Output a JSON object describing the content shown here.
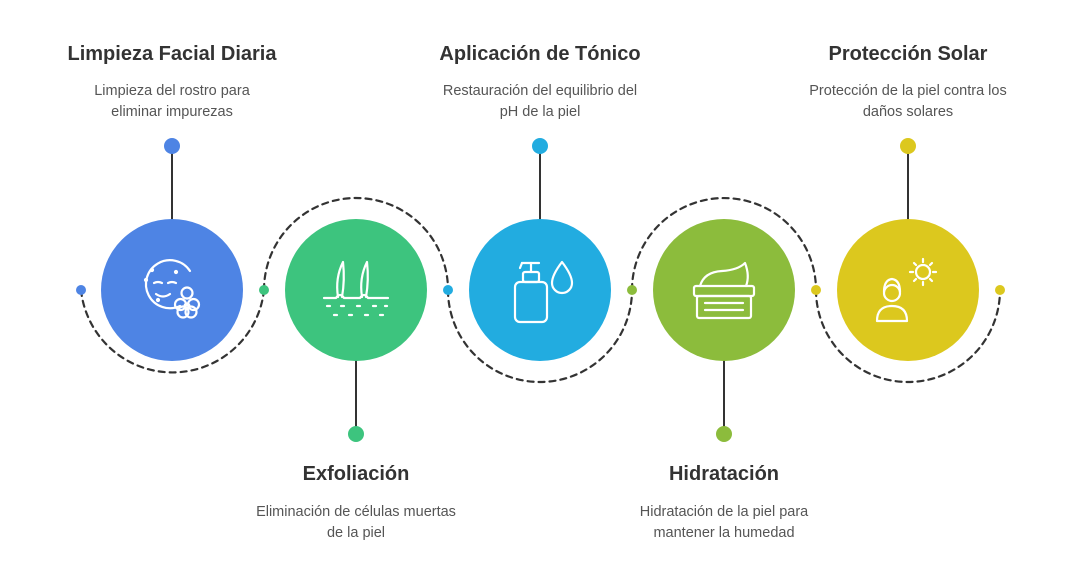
{
  "steps": [
    {
      "title": "Limpieza Facial Diaria",
      "desc_line1": "Limpieza del rostro para",
      "desc_line2": "eliminar impurezas",
      "color": "#4E84E4",
      "icon": "smiling-face-with-flower-icon"
    },
    {
      "title": "Exfoliación",
      "desc_line1": "Eliminación de células muertas",
      "desc_line2": "de la piel",
      "color": "#3DC47E",
      "icon": "skin-layers-icon"
    },
    {
      "title": "Aplicación de Tónico",
      "desc_line1": "Restauración del equilibrio del",
      "desc_line2": "pH de la piel",
      "color": "#22ACE0",
      "icon": "pump-bottle-and-drop-icon"
    },
    {
      "title": "Hidratación",
      "desc_line1": "Hidratación de la piel para",
      "desc_line2": "mantener la humedad",
      "color": "#8CBC3C",
      "icon": "cream-jar-icon"
    },
    {
      "title": "Protección Solar",
      "desc_line1": "Protección de la piel contra los",
      "desc_line2": "daños solares",
      "color": "#DCC81E",
      "icon": "person-with-sun-icon"
    }
  ]
}
